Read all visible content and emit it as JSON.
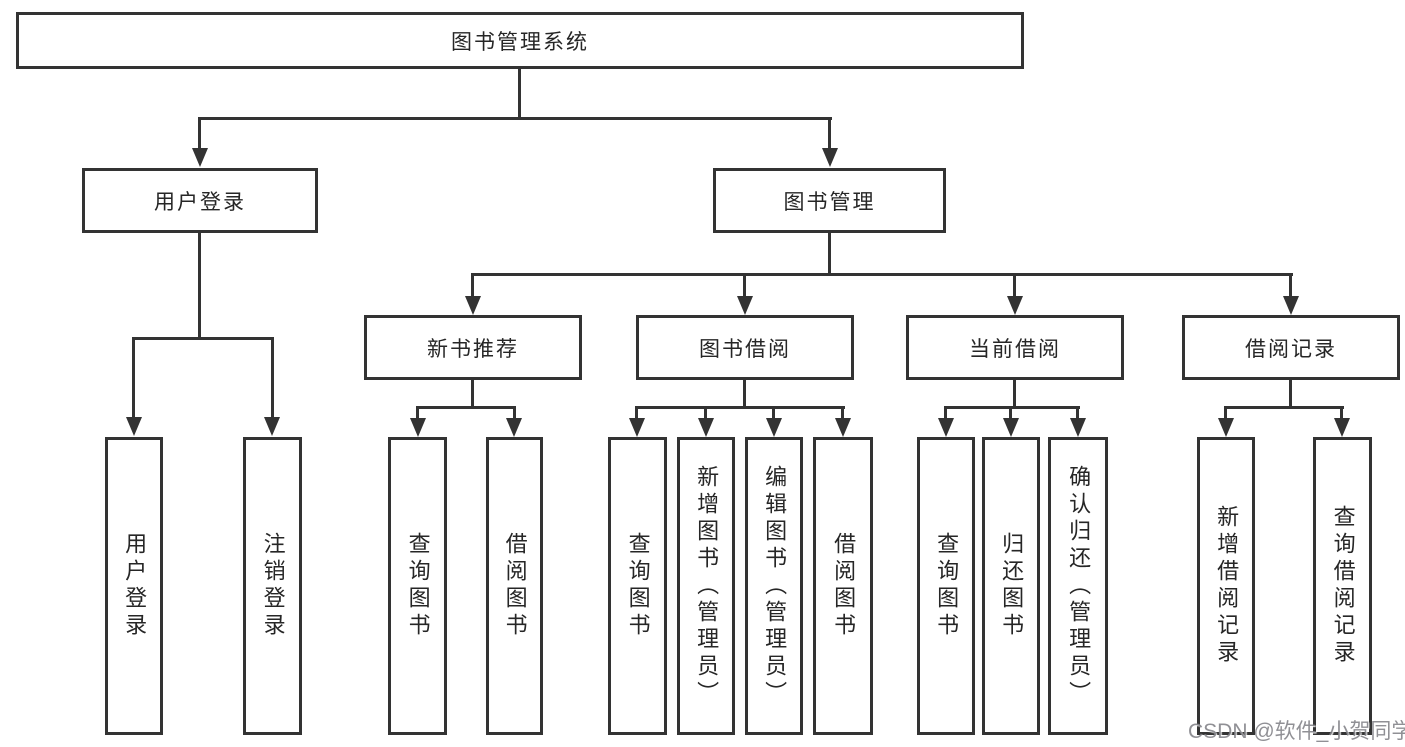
{
  "colors": {
    "line": "#333333",
    "text": "#262626",
    "background": "#ffffff",
    "watermark": "#7d7d82"
  },
  "watermark": "CSDN @软件_小贺同学",
  "tree": {
    "label": "图书管理系统",
    "children": [
      {
        "label": "用户登录",
        "children": [
          {
            "label": "用户登录"
          },
          {
            "label": "注销登录"
          }
        ]
      },
      {
        "label": "图书管理",
        "children": [
          {
            "label": "新书推荐",
            "children": [
              {
                "label": "查询图书"
              },
              {
                "label": "借阅图书"
              }
            ]
          },
          {
            "label": "图书借阅",
            "children": [
              {
                "label": "查询图书"
              },
              {
                "label": "新增图书（管理员）"
              },
              {
                "label": "编辑图书（管理员）"
              },
              {
                "label": "借阅图书"
              }
            ]
          },
          {
            "label": "当前借阅",
            "children": [
              {
                "label": "查询图书"
              },
              {
                "label": "归还图书"
              },
              {
                "label": "确认归还（管理员）"
              }
            ]
          },
          {
            "label": "借阅记录",
            "children": [
              {
                "label": "新增借阅记录"
              },
              {
                "label": "查询借阅记录"
              }
            ]
          }
        ]
      }
    ]
  }
}
